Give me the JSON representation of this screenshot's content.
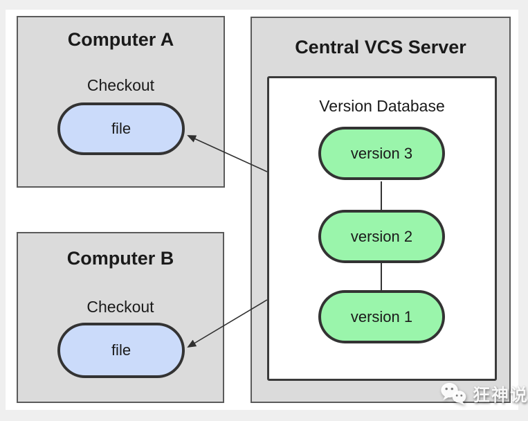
{
  "computer_a": {
    "title": "Computer A",
    "checkout_label": "Checkout",
    "file_label": "file"
  },
  "computer_b": {
    "title": "Computer B",
    "checkout_label": "Checkout",
    "file_label": "file"
  },
  "server": {
    "title": "Central VCS Server",
    "database": {
      "title": "Version Database",
      "versions": [
        {
          "label": "version 3"
        },
        {
          "label": "version 2"
        },
        {
          "label": "version 1"
        }
      ]
    }
  },
  "watermark": {
    "text": "狂神说",
    "icon": "wechat-icon"
  },
  "colors": {
    "page_bg": "#efefef",
    "paper": "#ffffff",
    "box_fill": "#dbdbdb",
    "box_border": "#5a5a5a",
    "file_fill": "#cbdbfa",
    "version_fill": "#9af5ab",
    "node_border": "#333333",
    "arrow": "#2f2f2f",
    "text": "#1a1a1a"
  }
}
